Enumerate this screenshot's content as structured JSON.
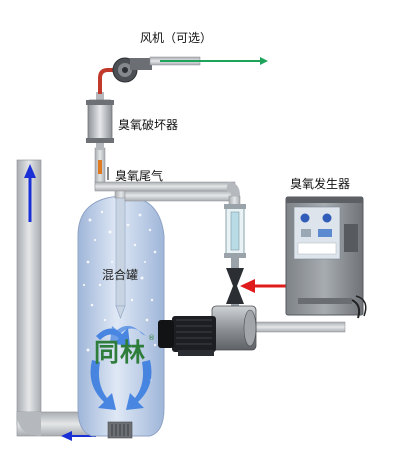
{
  "labels": {
    "fan": "风机（可选）",
    "destructor": "臭氧破坏器",
    "tail_gas": "臭氧尾气",
    "generator": "臭氧发生器",
    "tank": "混合罐"
  },
  "brand": {
    "logo_text": "同林",
    "mark": "®"
  },
  "colors": {
    "pipe": "#c9cccf",
    "tank": "#b9cbe6",
    "flow_arrow": "#1a2fd6",
    "injection_arrow": "#e01b1b",
    "brand": "#2e7d3a",
    "swirl": "#3a7de0",
    "fan_outlet_line": "#1ea35a",
    "fan_inlet_pipe": "#c0392b"
  },
  "icons": [
    "fan-icon",
    "pump-motor-icon",
    "venturi-injector-icon",
    "flowmeter-icon"
  ]
}
